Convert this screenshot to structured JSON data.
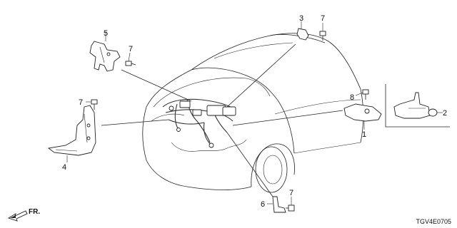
{
  "diagram": {
    "callouts": {
      "c1": "1",
      "c2": "2",
      "c3": "3",
      "c4": "4",
      "c5": "5",
      "c6": "6",
      "c7a": "7",
      "c7b": "7",
      "c7c": "7",
      "c7d": "7",
      "c8": "8"
    },
    "front_label": "FR.",
    "diagram_code": "TGV4E0705"
  }
}
